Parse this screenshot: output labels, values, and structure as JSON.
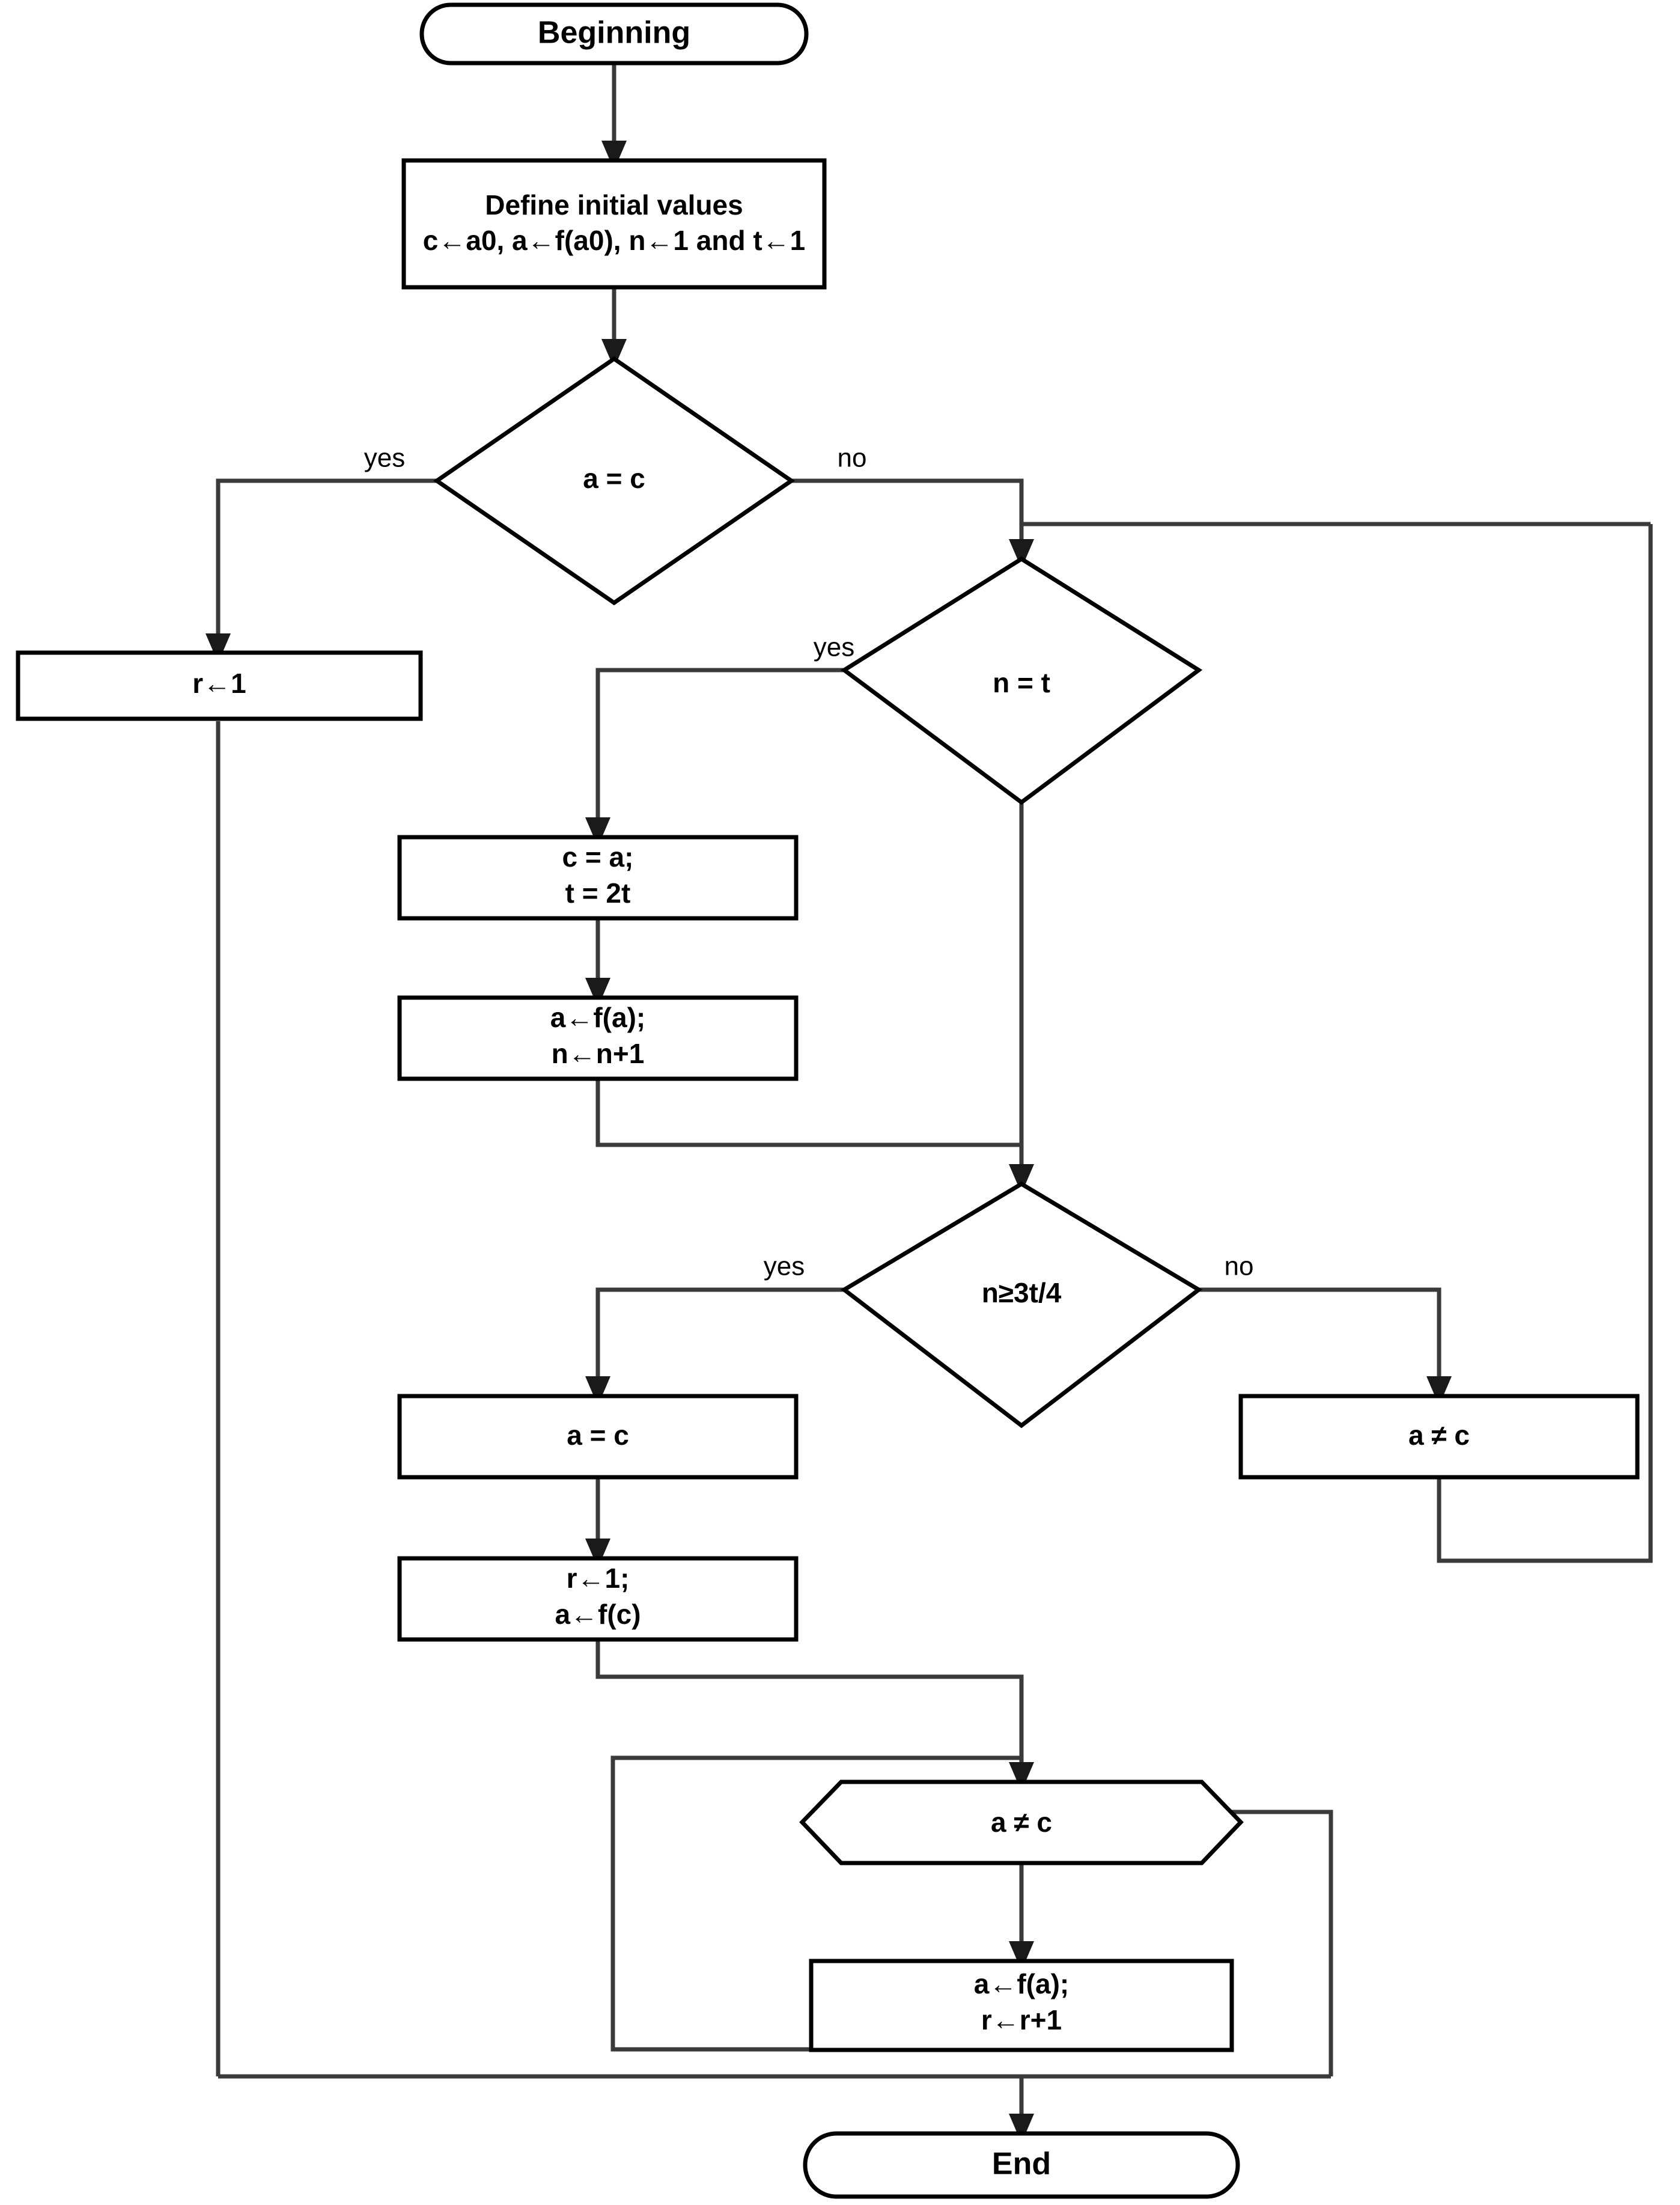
{
  "diagram": {
    "title": "Algorithm flowchart",
    "colors": {
      "shape_stroke": "#000000",
      "connector_stroke": "#3a3a3a",
      "background": "#ffffff",
      "text": "#000000"
    },
    "nodes": {
      "start": {
        "label": "Beginning",
        "shape": "terminator"
      },
      "init": {
        "shape": "process",
        "line1": "Define initial values",
        "line2": "c←a0, a←f(a0), n←1 and t←1"
      },
      "decision_a_eq_c": {
        "label": "a = c",
        "shape": "decision"
      },
      "r_assign_1": {
        "label": "r←1",
        "shape": "process"
      },
      "decision_n_eq_t": {
        "label": "n = t",
        "shape": "decision"
      },
      "c_eq_a": {
        "shape": "process",
        "line1": "c = a;",
        "line2": "t = 2t"
      },
      "a_f_a_n": {
        "shape": "process",
        "line1": "a←f(a);",
        "line2": "n←n+1"
      },
      "decision_n_ge": {
        "label": "n≥3t/4",
        "shape": "decision"
      },
      "a_eq_c_box": {
        "label": "a = c",
        "shape": "process"
      },
      "a_neq_c_box": {
        "label": "a ≠ c",
        "shape": "process"
      },
      "r1_afc": {
        "shape": "process",
        "line1": "r←1;",
        "line2": "a←f(c)"
      },
      "a_neq_c_hex": {
        "label": "a ≠ c",
        "shape": "preparation"
      },
      "a_f_a_r": {
        "shape": "process",
        "line1": "a←f(a);",
        "line2": "r←r+1"
      },
      "end": {
        "label": "End",
        "shape": "terminator"
      }
    },
    "edge_labels": {
      "a_eq_c_yes": "yes",
      "a_eq_c_no": "no",
      "n_eq_t_yes": "yes",
      "n_ge_yes": "yes",
      "n_ge_no": "no"
    }
  }
}
